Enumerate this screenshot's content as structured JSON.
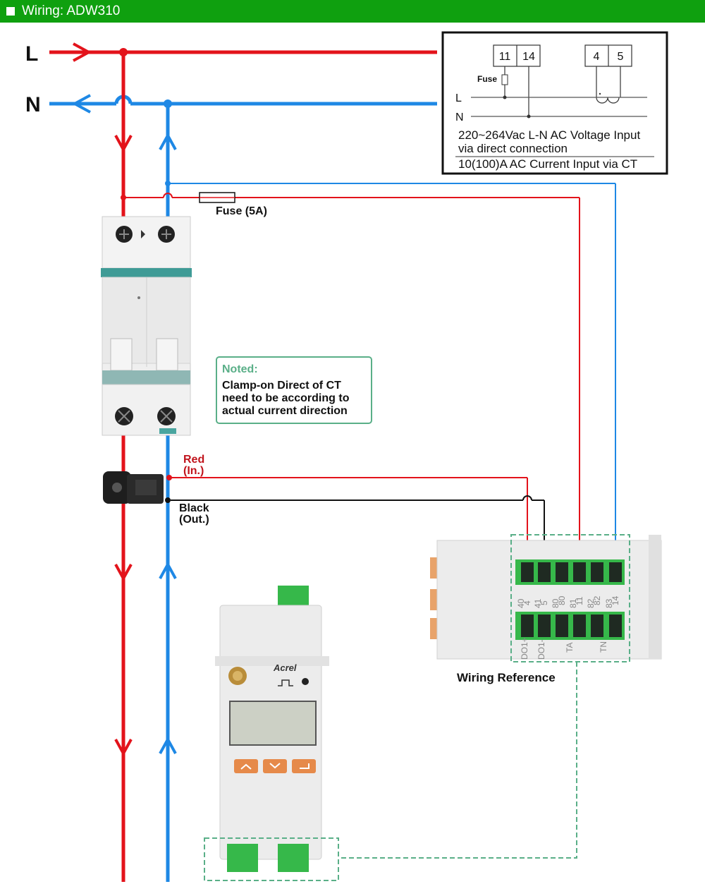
{
  "header": {
    "title": "Wiring: ADW310"
  },
  "colors": {
    "live": "#e3131b",
    "neutral": "#1e88e5",
    "accent": "#0fa00f",
    "note": "#5aaf88"
  },
  "lines": {
    "l_label": "L",
    "n_label": "N"
  },
  "inset": {
    "terminals_left": [
      "11",
      "14"
    ],
    "terminals_right": [
      "4",
      "5"
    ],
    "fuse_label": "Fuse",
    "l_label": "L",
    "n_label": "N",
    "text_line1": "220~264Vac L-N AC Voltage Input",
    "text_line2": "via direct connection",
    "text_line3": "10(100)A AC Current Input via CT"
  },
  "fuse": {
    "label": "Fuse (5A)"
  },
  "note": {
    "title": "Noted:",
    "line1": "Clamp-on Direct of CT",
    "line2": "need to be according to",
    "line3": "actual current direction"
  },
  "ct": {
    "red_label": "Red",
    "red_sub": "(In.)",
    "black_label": "Black",
    "black_sub": "(Out.)"
  },
  "terminal_block": {
    "top_numbers": [
      "4",
      "5",
      "80",
      "11",
      "82",
      "14"
    ],
    "bottom_numbers": [
      "40",
      "41",
      "80",
      "81",
      "82",
      "83"
    ],
    "bottom_labels": [
      "DO1+",
      "DO1-",
      "TA",
      "TN"
    ]
  },
  "wiring_reference": {
    "label": "Wiring Reference"
  },
  "meter": {
    "brand": "Acrel"
  }
}
